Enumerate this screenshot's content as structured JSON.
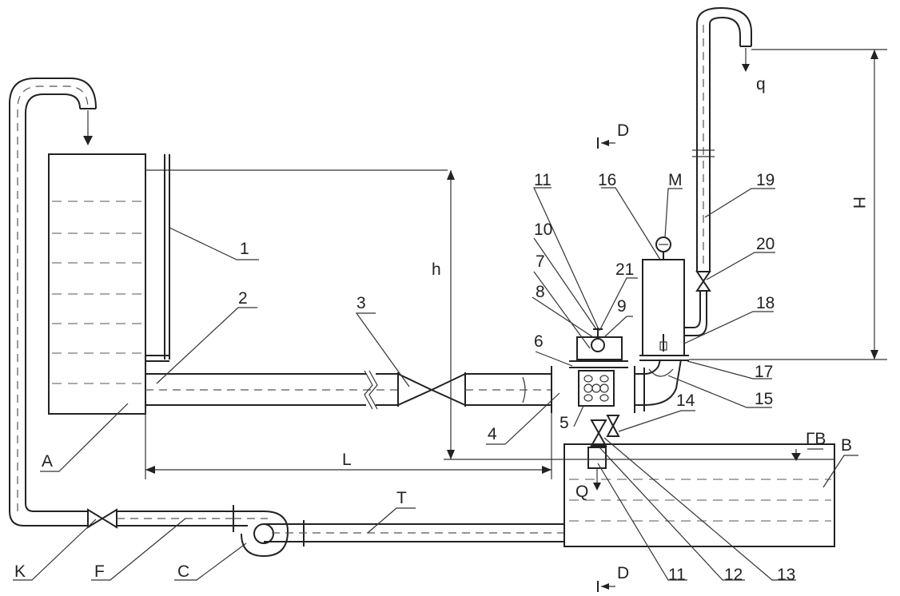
{
  "labels": {
    "n1": "1",
    "n2": "2",
    "n3": "3",
    "n4": "4",
    "n5": "5",
    "n6": "6",
    "n7": "7",
    "n8": "8",
    "n9": "9",
    "n10": "10",
    "n11_top": "11",
    "n11_bottom": "11",
    "n12": "12",
    "n13": "13",
    "n14": "14",
    "n15": "15",
    "n16": "16",
    "n17": "17",
    "n18": "18",
    "n19": "19",
    "n20": "20",
    "n21": "21",
    "A": "A",
    "B": "B",
    "C": "C",
    "F": "F",
    "K": "K",
    "T": "T",
    "M": "M",
    "D_top": "D",
    "D_bottom": "D",
    "h": "h",
    "H": "H",
    "L": "L",
    "Q": "Q",
    "q": "q",
    "GV": "ГВ"
  }
}
